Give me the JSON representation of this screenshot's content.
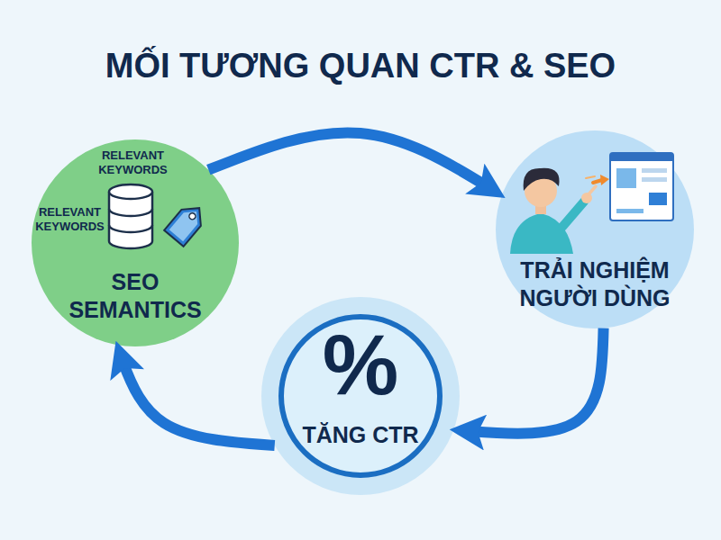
{
  "diagram": {
    "title": "MỐI TƯƠNG QUAN CTR & SEO",
    "nodes": [
      {
        "text": [
          "RELEVANT KEYWORDS",
          "RELEVANT KEYWORDS",
          "SEO SEMANTICS"
        ]
      },
      {
        "text": [
          "TRẢI NGHIỆM NGƯỜI DÙNG"
        ]
      },
      {
        "text": [
          "%",
          "TĂNG CTR"
        ]
      }
    ],
    "edges": [
      {
        "from": 0,
        "to": 1,
        "arrow": "to"
      },
      {
        "from": 1,
        "to": 2,
        "arrow": "to"
      },
      {
        "from": 2,
        "to": 0,
        "arrow": "to"
      }
    ]
  }
}
